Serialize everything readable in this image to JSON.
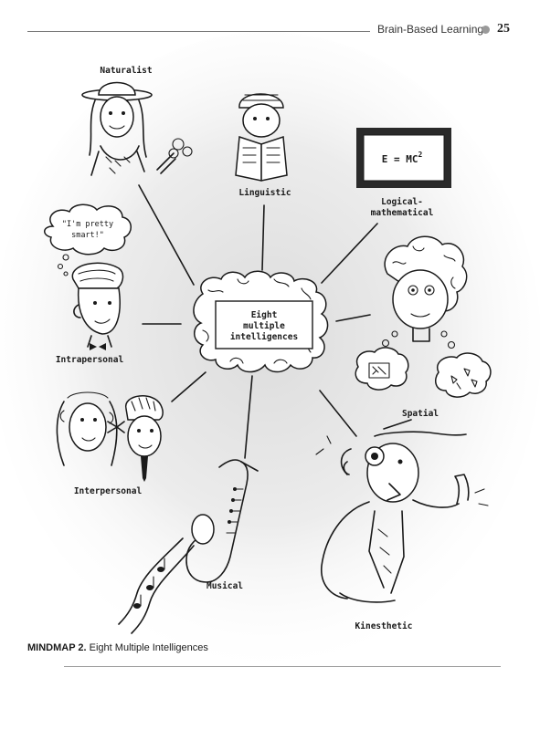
{
  "header": {
    "running_head": "Brain-Based Learning",
    "page_number": "25"
  },
  "mindmap": {
    "center_lines": [
      "Eight",
      "multiple",
      "intelligences"
    ],
    "nodes": {
      "naturalist": "Naturalist",
      "linguistic": "Linguistic",
      "logical": [
        "Logical-",
        "mathematical"
      ],
      "intrapersonal": "Intrapersonal",
      "spatial": "Spatial",
      "interpersonal": "Interpersonal",
      "musical": "Musical",
      "kinesthetic": "Kinesthetic"
    },
    "thought_bubble": [
      "\"I'm pretty",
      "smart!\""
    ],
    "equation": {
      "base": "E = MC",
      "exponent": "2"
    }
  },
  "caption": {
    "label": "MINDMAP 2.",
    "text": "Eight Multiple Intelligences"
  }
}
